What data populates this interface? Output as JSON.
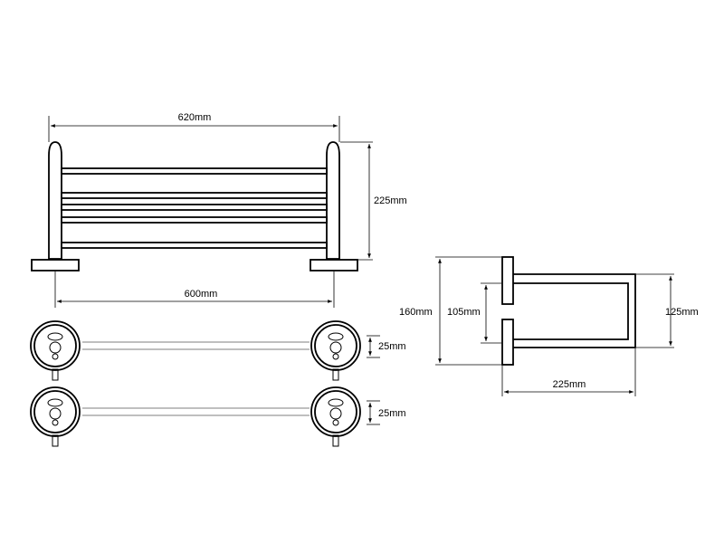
{
  "dimensions": {
    "overall_width": "620mm",
    "mount_width": "600mm",
    "height": "225mm",
    "bar_diameter_top": "25mm",
    "bar_diameter_bottom": "25mm",
    "side_total_height": "160mm",
    "side_mount_gap": "105mm",
    "side_depth": "225mm",
    "side_bar_height": "125mm"
  },
  "colors": {
    "line": "#000000",
    "background": "#ffffff"
  }
}
